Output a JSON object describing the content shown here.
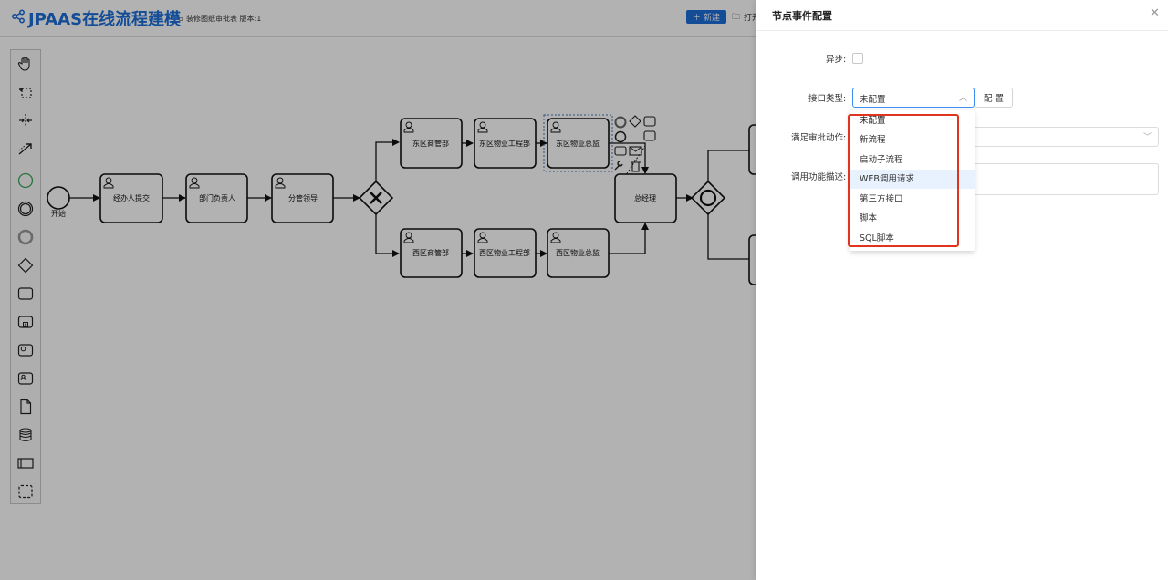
{
  "app": {
    "logo_text": "JPAAS在线流程建模",
    "doc_name": "装修图纸审批表 版本:1",
    "toolbar": {
      "new_label": "新建",
      "open_label": "打开"
    }
  },
  "palette": {
    "tools": [
      "hand-tool-icon",
      "lasso-tool-icon",
      "space-tool-icon",
      "connect-tool-icon",
      "start-event-icon",
      "intermediate-event-icon",
      "end-event-icon",
      "gateway-icon",
      "task-icon",
      "subprocess-icon",
      "service-task-icon",
      "user-task-icon",
      "data-object-icon",
      "data-store-icon",
      "pool-icon",
      "group-icon"
    ]
  },
  "diagram": {
    "start_label": "开始",
    "nodes": {
      "submit": "经办人提交",
      "dept_head": "部门负责人",
      "division_lead": "分管领导",
      "east_merchant": "东区商管部",
      "east_property_eng": "东区物业工程部",
      "east_property_director": "东区物业总监",
      "west_merchant": "西区商管部",
      "west_property_eng": "西区物业工程部",
      "west_property_director": "西区物业总监",
      "gm": "总经理"
    }
  },
  "drawer": {
    "title": "节点事件配置",
    "fields": {
      "async_label": "异步:",
      "interface_type_label": "接口类型:",
      "interface_type_value": "未配置",
      "config_button": "配 置",
      "approval_action_label": "满足审批动作:",
      "description_label": "调用功能描述:"
    },
    "dropdown_options": [
      "未配置",
      "新流程",
      "启动子流程",
      "WEB调用请求",
      "第三方接口",
      "脚本",
      "SQL脚本"
    ],
    "hovered_option": "WEB调用请求"
  },
  "colors": {
    "brand": "#1e6fd9",
    "highlight": "#e0341e",
    "hover": "#e8f2fe"
  }
}
